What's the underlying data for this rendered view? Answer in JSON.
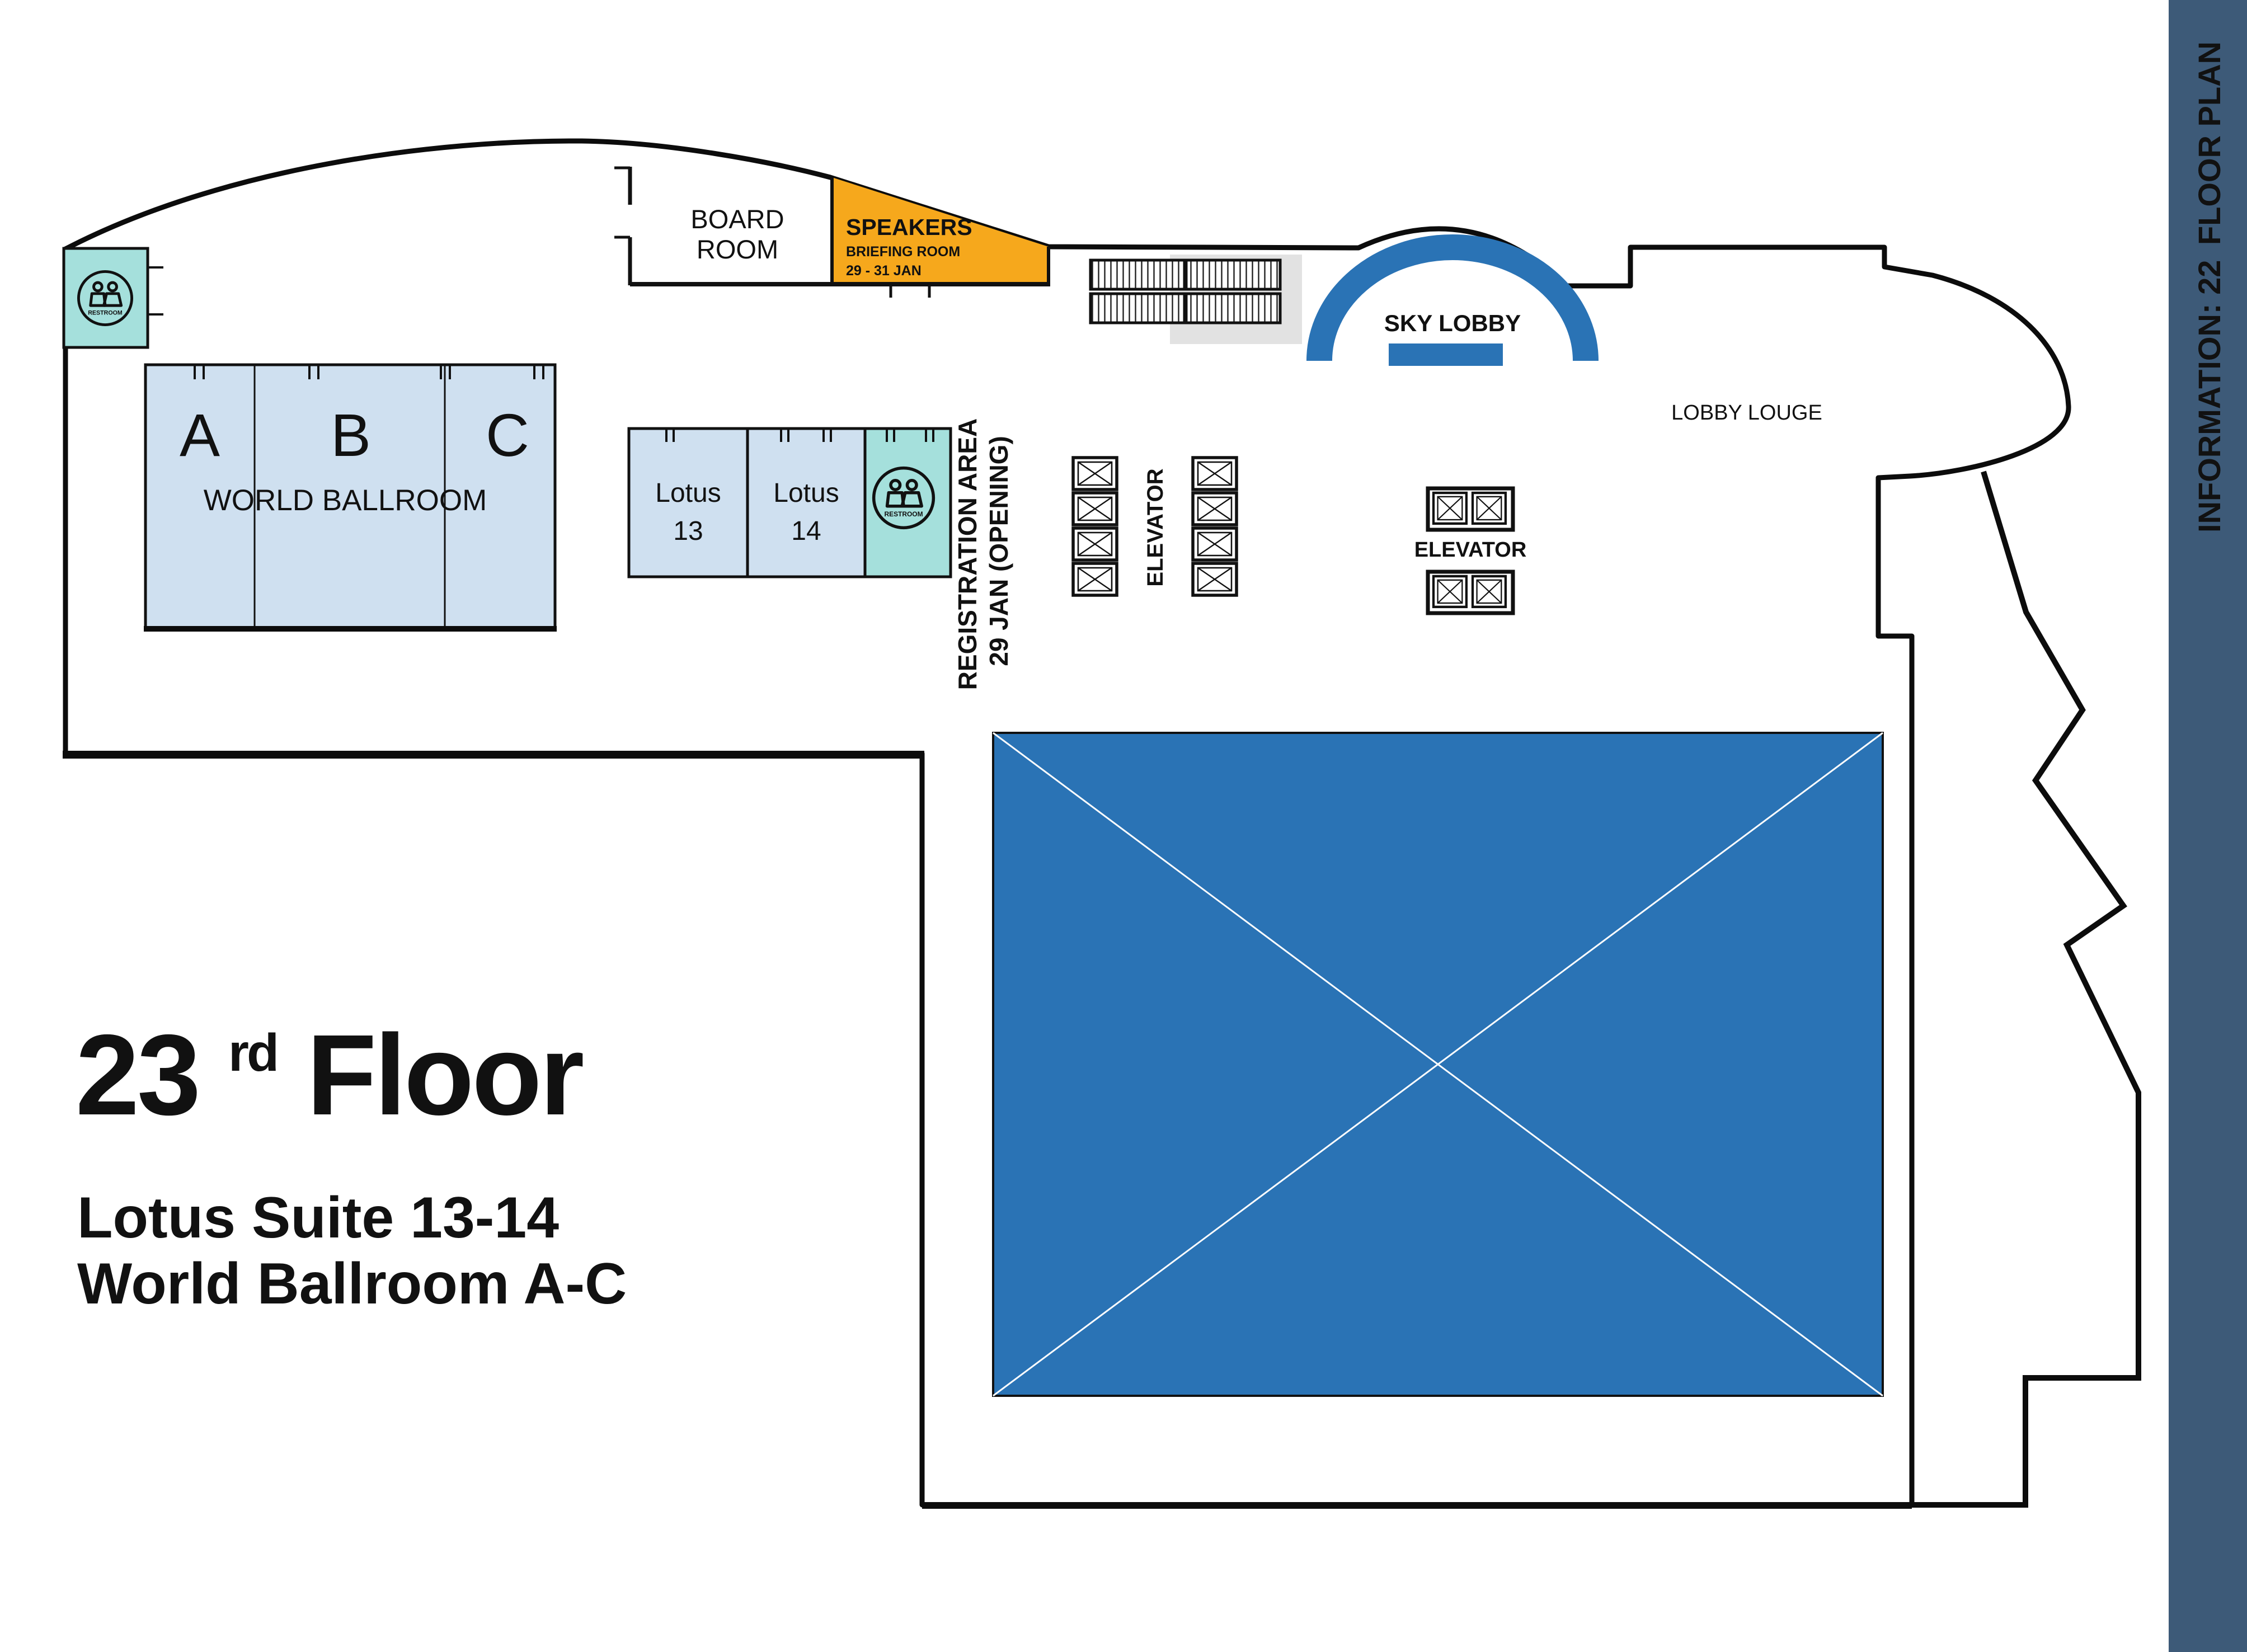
{
  "colors": {
    "wall": "#0c0c0c",
    "room_blue": "#cfe0f0",
    "teal": "#a5e0dc",
    "orange": "#f6a81c",
    "accent_blue": "#2a73b5",
    "shadow_gray": "#e2e2e2",
    "sidebar_bg": "#3d5a78",
    "white": "#ffffff"
  },
  "sidebar": {
    "info_label": "INFORMATION: 22",
    "plan_label": "FLOOR PLAN"
  },
  "title": {
    "floor_number": "23",
    "floor_ordinal": "rd",
    "floor_word": " Floor",
    "subtitle_line1": "Lotus Suite 13-14",
    "subtitle_line2": "World Ballroom A-C"
  },
  "rooms": {
    "board": {
      "line1": "BOARD",
      "line2": "ROOM"
    },
    "speakers": {
      "line1": "SPEAKERS",
      "line2": "BRIEFING ROOM",
      "line3": "29 - 31 JAN"
    },
    "sky_lobby": {
      "label": "SKY LOBBY"
    },
    "lobby_lounge": {
      "label": "LOBBY LOUGE"
    },
    "ballroom": {
      "section_a": "A",
      "section_b": "B",
      "section_c": "C",
      "label": "WORLD BALLROOM"
    },
    "lotus13": {
      "line1": "Lotus",
      "line2": "13"
    },
    "lotus14": {
      "line1": "Lotus",
      "line2": "14"
    },
    "registration": {
      "line1": "REGISTRATION AREA",
      "line2": "29 JAN (OPENING)"
    },
    "elevator_left": {
      "label": "ELEVATOR"
    },
    "elevator_right": {
      "label": "ELEVATOR"
    },
    "restroom_left": {
      "label": "RESTROOM"
    },
    "restroom_lotus": {
      "label": "RESTROOM"
    }
  }
}
